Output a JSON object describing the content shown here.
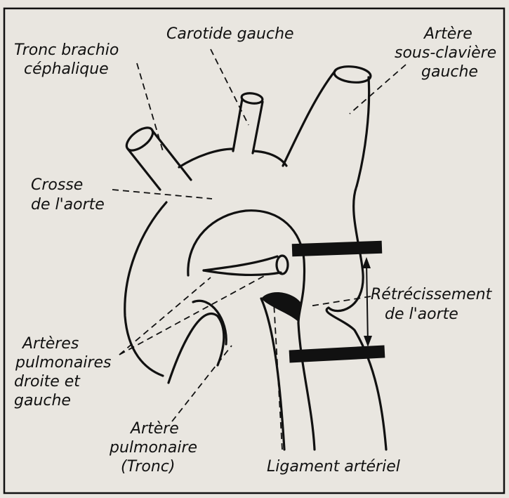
{
  "labels": {
    "tronc_brachio_1": "Tronc brachio",
    "tronc_brachio_2": "céphalique",
    "carotide": "Carotide gauche",
    "sous_claviere_1": "Artère",
    "sous_claviere_2": "sous-clavière",
    "sous_claviere_3": "gauche",
    "crosse_1": "Crosse",
    "crosse_2": "de l'aorte",
    "retrecissement_1": "Rétrécissement",
    "retrecissement_2": "de l'aorte",
    "pulm_dg_1": "Artères",
    "pulm_dg_2": "pulmonaires",
    "pulm_dg_3": "droite et",
    "pulm_dg_4": "gauche",
    "pulm_tronc_1": "Artère",
    "pulm_tronc_2": "pulmonaire",
    "pulm_tronc_3": "(Tronc)",
    "ligament": "Ligament artériel"
  },
  "colors": {
    "ink": "#111111",
    "paper": "#e9e6e0"
  }
}
